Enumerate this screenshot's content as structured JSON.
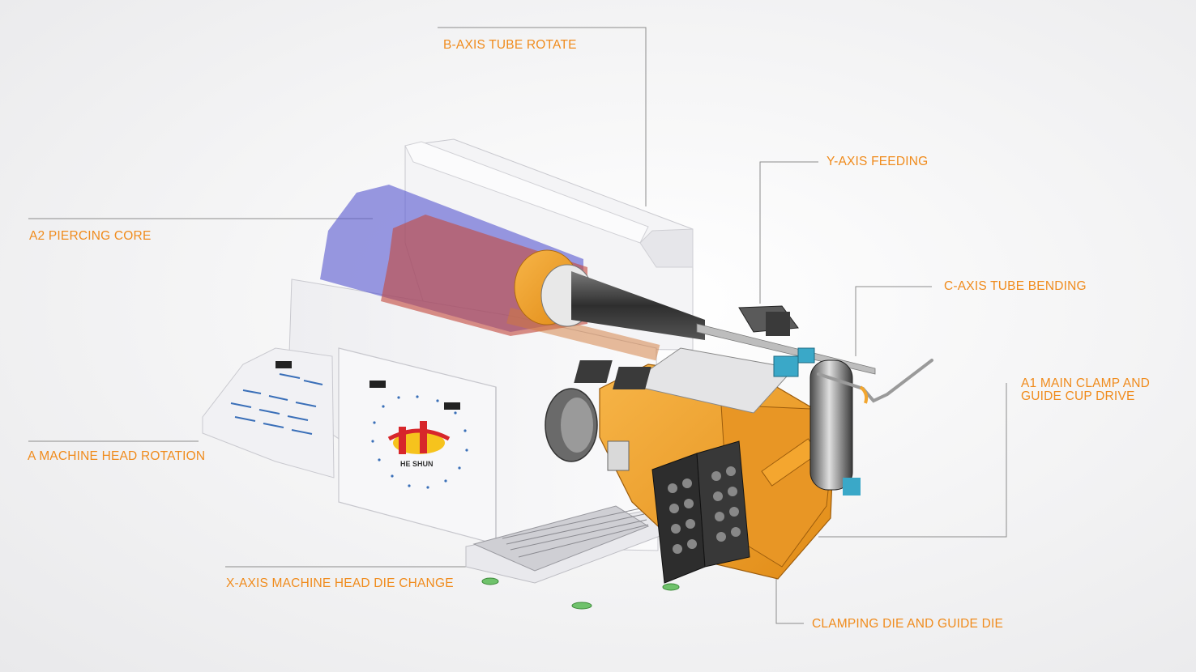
{
  "brand": {
    "logo_text": "HE SHUN"
  },
  "colors": {
    "label": "#f08b1c",
    "leader_line": "#8c8c8c",
    "machine_body": "#f2f2f4",
    "head_orange": "#f0a030",
    "highlight_blue": "#6a6ad6",
    "highlight_red": "#c0504d",
    "logo_red": "#d7262b",
    "logo_yellow": "#f6c31d"
  },
  "callouts": {
    "b_axis": "B-AXIS TUBE ROTATE",
    "y_axis": "Y-AXIS FEEDING",
    "c_axis": "C-AXIS TUBE BENDING",
    "a1": "A1 MAIN CLAMP AND GUIDE CUP DRIVE",
    "a2": "A2 PIERCING CORE",
    "a_head": "A MACHINE HEAD ROTATION",
    "x_axis": "X-AXIS MACHINE HEAD DIE CHANGE",
    "clamping": "CLAMPING DIE AND GUIDE DIE"
  }
}
